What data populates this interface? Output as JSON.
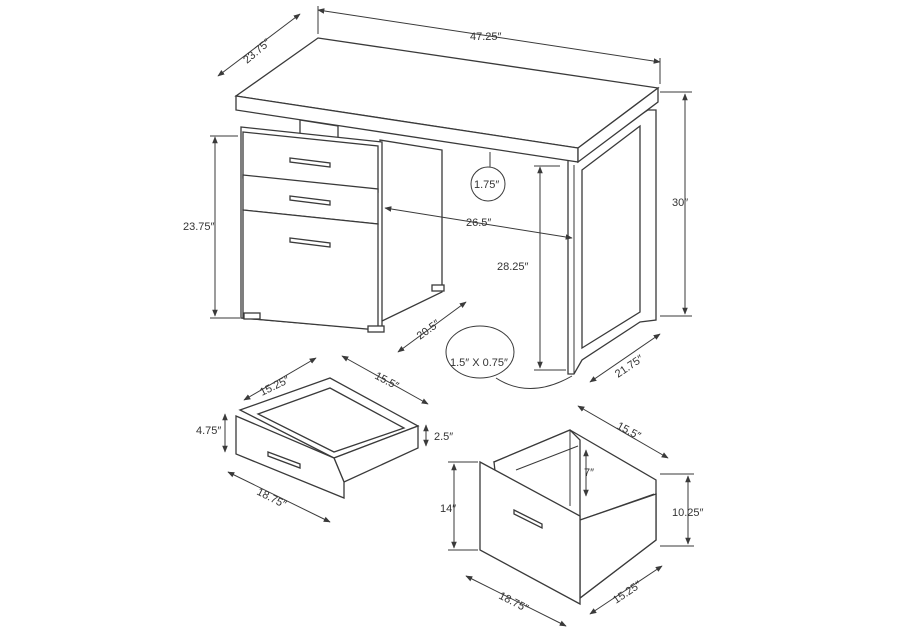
{
  "labels": {
    "top_width": "47.25″",
    "top_depth": "23.75″",
    "height": "30″",
    "cabinet_height": "23.75″",
    "top_thickness": "1.75″",
    "knee_width": "26.5″",
    "knee_height": "28.25″",
    "cabinet_depth": "20.5″",
    "leg_size": "1.5″ X 0.75″",
    "leg_depth": "21.75″",
    "drawer_inner_width": "15.25″",
    "drawer_inner_depth": "15.5″",
    "drawer_front_height": "4.75″",
    "drawer_inner_height": "2.5″",
    "drawer_front_width": "18.75″",
    "file_depth": "15.5″",
    "file_inner_height": "7″",
    "file_front_height": "14″",
    "file_side_height": "10.25″",
    "file_front_width": "18.75″",
    "file_inner_width": "15.25″"
  }
}
